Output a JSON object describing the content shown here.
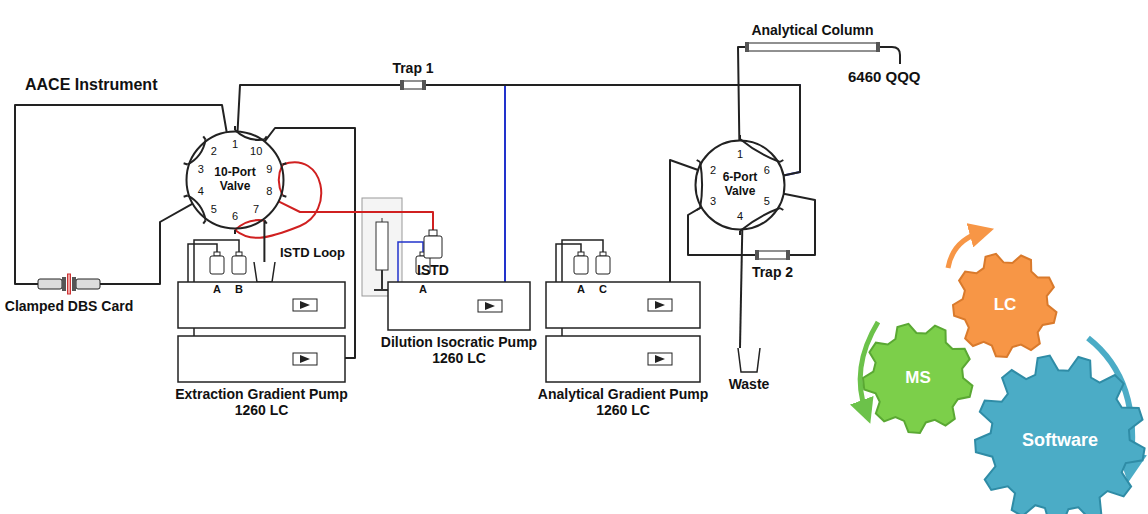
{
  "diagram": {
    "nodes": [
      {
        "text": [
          "Trap 1"
        ]
      },
      {
        "text": [
          "Analytical Column"
        ]
      },
      {
        "text": [
          "10-Port Valve"
        ]
      },
      {
        "text": [
          "6-Port Valve"
        ]
      },
      {
        "text": [
          "Clamped DBS Card"
        ]
      },
      {
        "text": [
          "ISTD"
        ]
      },
      {
        "text": [
          "Trap 2"
        ]
      },
      {
        "text": [
          "Extraction Gradient Pump 1260 LC"
        ]
      },
      {
        "text": [
          "Dilution Isocratic Pump 1260 LC"
        ]
      },
      {
        "text": [
          "Analytical Gradient Pump 1260 LC"
        ]
      },
      {
        "text": [
          "Waste"
        ]
      },
      {
        "text": [
          "LC"
        ]
      },
      {
        "text": [
          "MS"
        ]
      },
      {
        "text": [
          "Software"
        ]
      }
    ],
    "edges": [
      {
        "from": 2,
        "to": 0,
        "arrow": "none"
      },
      {
        "from": 8,
        "to": 3,
        "arrow": "none"
      },
      {
        "from": 0,
        "to": 3,
        "arrow": "none"
      },
      {
        "from": 3,
        "to": 1,
        "arrow": "none"
      },
      {
        "from": 2,
        "to": 4,
        "arrow": "none"
      },
      {
        "from": 4,
        "to": 2,
        "arrow": "none"
      },
      {
        "from": 7,
        "to": 2,
        "arrow": "none"
      },
      {
        "from": 5,
        "to": 2,
        "arrow": "none"
      },
      {
        "from": 9,
        "to": 3,
        "arrow": "none"
      },
      {
        "from": 3,
        "to": 6,
        "arrow": "none"
      },
      {
        "from": 6,
        "to": 3,
        "arrow": "none"
      },
      {
        "from": 3,
        "to": 10,
        "arrow": "none"
      }
    ],
    "labels": [
      "AACE Instrument",
      "6460 QQQ",
      "ISTD Loop",
      "1",
      "2",
      "3",
      "4",
      "5",
      "6",
      "7",
      "8",
      "9",
      "10",
      "1",
      "2",
      "3",
      "4",
      "5",
      "6",
      "A",
      "B",
      "A",
      "A",
      "C"
    ]
  }
}
